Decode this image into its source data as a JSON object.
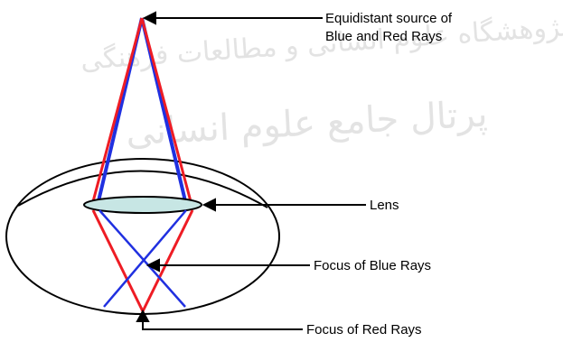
{
  "labels": {
    "source_line1": "Equidistant source of",
    "source_line2": "Blue and Red Rays",
    "lens": "Lens",
    "blue_focus": "Focus of Blue Rays",
    "red_focus": "Focus of Red Rays"
  },
  "watermark": {
    "line1": "پژوهشگاه علوم انسانی و مطالعات فرهنگی",
    "line2": "پرتال جامع علوم انسانی"
  },
  "colors": {
    "red_ray": "#ee1c24",
    "blue_ray": "#2030e0",
    "lens_fill": "#c7e6e4",
    "outline": "#000000"
  }
}
